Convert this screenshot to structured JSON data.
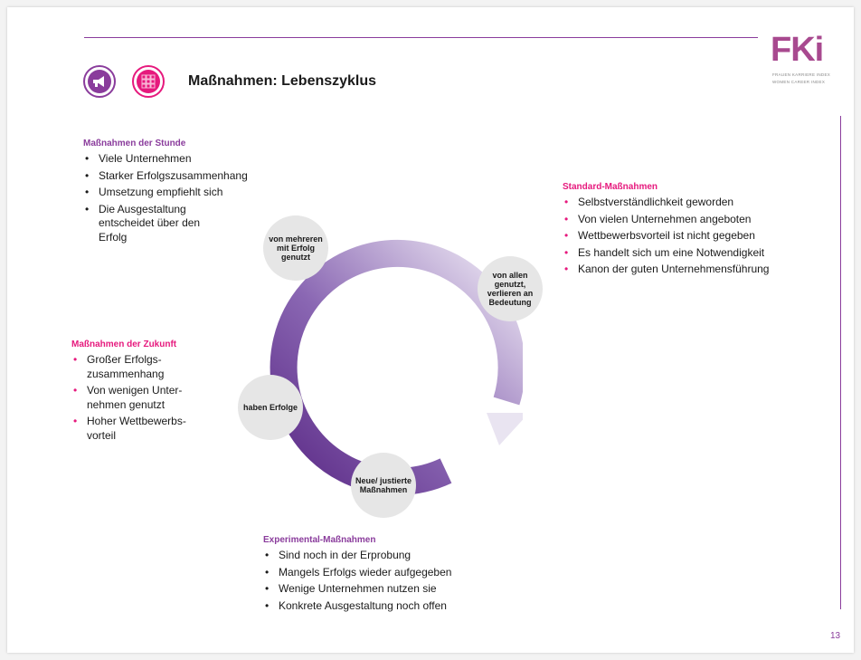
{
  "title": "Maßnahmen: Lebenszyklus",
  "page_number": "13",
  "logo": {
    "text": "FKi",
    "line1": "FRAUEN KARRIERE INDEX",
    "line2": "WOMEN CAREER INDEX"
  },
  "icons": [
    "megaphone-icon",
    "grid-icon"
  ],
  "colors": {
    "accent_purple": "#8a3c9c",
    "accent_pink": "#e6197d",
    "circle_grey": "#e6e6e6"
  },
  "sections": {
    "stunde": {
      "heading": "Maßnahmen der Stunde",
      "items": [
        "Viele Unternehmen",
        "Starker Erfolgszusammenhang",
        "Umsetzung empfiehlt sich",
        "Die Ausgestaltung entscheidet über den Erfolg"
      ]
    },
    "zukunft": {
      "heading": "Maßnahmen der Zukunft",
      "items": [
        "Großer Erfolgs-zusammenhang",
        "Von wenigen Unter-nehmen genutzt",
        "Hoher Wettbewerbs-vorteil"
      ]
    },
    "standard": {
      "heading": "Standard-Maßnahmen",
      "items": [
        "Selbstverständlichkeit geworden",
        "Von vielen Unternehmen angeboten",
        "Wettbewerbsvorteil ist nicht gegeben",
        "Es handelt sich um eine Notwendigkeit",
        "Kanon der guten Unternehmensführung"
      ]
    },
    "experimental": {
      "heading": "Experimental-Maßnahmen",
      "items": [
        "Sind noch in der Erprobung",
        "Mangels Erfolgs wieder aufgegeben",
        "Wenige Unternehmen nutzen sie",
        "Konkrete Ausgestaltung noch offen"
      ]
    }
  },
  "cycle": {
    "top": "von mehreren mit Erfolg genutzt",
    "right": "von allen genutzt, verlieren an Bedeutung",
    "left": "haben Erfolge",
    "bottom": "Neue/ justierte Maßnahmen"
  }
}
